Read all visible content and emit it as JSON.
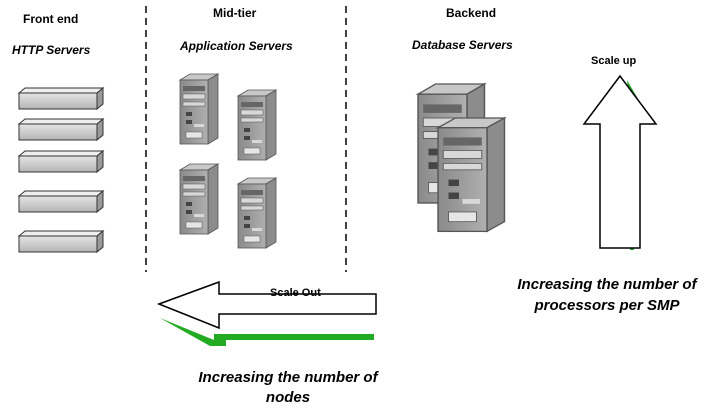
{
  "columns": {
    "front_end": {
      "heading": "Front end",
      "subheading": "HTTP Servers"
    },
    "mid_tier": {
      "heading": "Mid-tier",
      "subheading": "Application Servers"
    },
    "backend": {
      "heading": "Backend",
      "subheading": "Database Servers"
    }
  },
  "arrows": {
    "scale_up": {
      "label": "Scale up",
      "caption_line1": "Increasing the number of",
      "caption_line2": "processors per SMP"
    },
    "scale_out": {
      "label": "Scale Out",
      "caption_line1": "Increasing the number of",
      "caption_line2": "nodes"
    }
  },
  "colors": {
    "accent": "#22aa22",
    "divider": "#000000",
    "box": "#d0d0d0",
    "tower": "#a8a8a8"
  }
}
